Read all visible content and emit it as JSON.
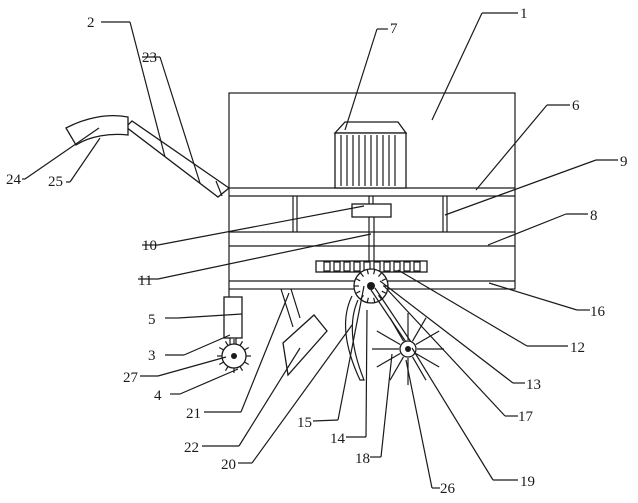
{
  "diagram": {
    "labels": [
      {
        "id": "1",
        "text": "1"
      },
      {
        "id": "2",
        "text": "2"
      },
      {
        "id": "3",
        "text": "3"
      },
      {
        "id": "4",
        "text": "4"
      },
      {
        "id": "5",
        "text": "5"
      },
      {
        "id": "6",
        "text": "6"
      },
      {
        "id": "7",
        "text": "7"
      },
      {
        "id": "8",
        "text": "8"
      },
      {
        "id": "9",
        "text": "9"
      },
      {
        "id": "10",
        "text": "10"
      },
      {
        "id": "11",
        "text": "11"
      },
      {
        "id": "12",
        "text": "12"
      },
      {
        "id": "13",
        "text": "13"
      },
      {
        "id": "14",
        "text": "14"
      },
      {
        "id": "15",
        "text": "15"
      },
      {
        "id": "16",
        "text": "16"
      },
      {
        "id": "17",
        "text": "17"
      },
      {
        "id": "18",
        "text": "18"
      },
      {
        "id": "19",
        "text": "19"
      },
      {
        "id": "20",
        "text": "20"
      },
      {
        "id": "21",
        "text": "21"
      },
      {
        "id": "22",
        "text": "22"
      },
      {
        "id": "23",
        "text": "23"
      },
      {
        "id": "24",
        "text": "24"
      },
      {
        "id": "25",
        "text": "25"
      },
      {
        "id": "26",
        "text": "26"
      },
      {
        "id": "27",
        "text": "27"
      }
    ]
  }
}
